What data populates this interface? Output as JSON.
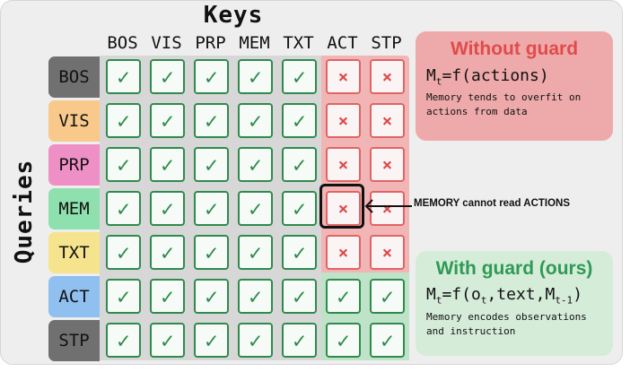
{
  "keys_title": "Keys",
  "queries_title": "Queries",
  "columns": [
    "BOS",
    "VIS",
    "PRP",
    "MEM",
    "TXT",
    "ACT",
    "STP"
  ],
  "rows": [
    {
      "label": "BOS",
      "color": "#707070",
      "cells": [
        true,
        true,
        true,
        true,
        true,
        false,
        false
      ]
    },
    {
      "label": "VIS",
      "color": "#f8c98b",
      "cells": [
        true,
        true,
        true,
        true,
        true,
        false,
        false
      ]
    },
    {
      "label": "PRP",
      "color": "#ee8fc6",
      "cells": [
        true,
        true,
        true,
        true,
        true,
        false,
        false
      ]
    },
    {
      "label": "MEM",
      "color": "#8ee0ae",
      "cells": [
        true,
        true,
        true,
        true,
        true,
        false,
        false
      ]
    },
    {
      "label": "TXT",
      "color": "#f6e38d",
      "cells": [
        true,
        true,
        true,
        true,
        true,
        false,
        false
      ]
    },
    {
      "label": "ACT",
      "color": "#8fc0f0",
      "cells": [
        true,
        true,
        true,
        true,
        true,
        true,
        true
      ]
    },
    {
      "label": "STP",
      "color": "#707070",
      "cells": [
        true,
        true,
        true,
        true,
        true,
        true,
        true
      ]
    }
  ],
  "symbols": {
    "check": "✓",
    "cross": "×"
  },
  "colors": {
    "check": "#2e8b4c",
    "cross": "#e04848",
    "without_guard": "#e04b4b",
    "with_guard": "#2e9a55"
  },
  "annotation": "MEMORY cannot read ACTIONS",
  "without_guard": {
    "title": "Without guard",
    "formula_M": "M",
    "formula_sub": "t",
    "formula_rest": "=f(actions)",
    "description": "Memory tends to overfit on actions from data"
  },
  "with_guard": {
    "title": "With guard (ours)",
    "formula_M": "M",
    "formula_sub": "t",
    "formula_mid": "=f(o",
    "formula_sub2": "t",
    "formula_mid2": ",text,M",
    "formula_sub3": "t-1",
    "formula_end": ")",
    "description": "Memory encodes observations and instruction"
  }
}
